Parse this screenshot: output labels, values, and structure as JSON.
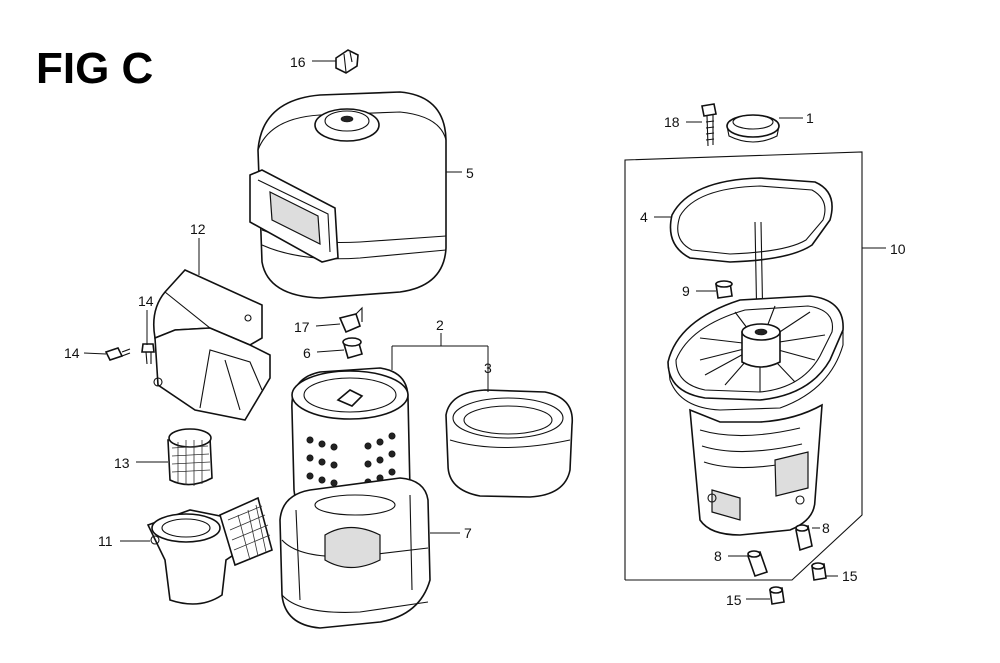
{
  "figure": {
    "title": "FIG C"
  },
  "callouts": {
    "c1": "1",
    "c2": "2",
    "c3": "3",
    "c4": "4",
    "c5": "5",
    "c6": "6",
    "c7": "7",
    "c8a": "8",
    "c8b": "8",
    "c9": "9",
    "c10": "10",
    "c11": "11",
    "c12": "12",
    "c13": "13",
    "c14a": "14",
    "c14b": "14",
    "c15a": "15",
    "c15b": "15",
    "c16": "16",
    "c17": "17",
    "c18": "18"
  }
}
